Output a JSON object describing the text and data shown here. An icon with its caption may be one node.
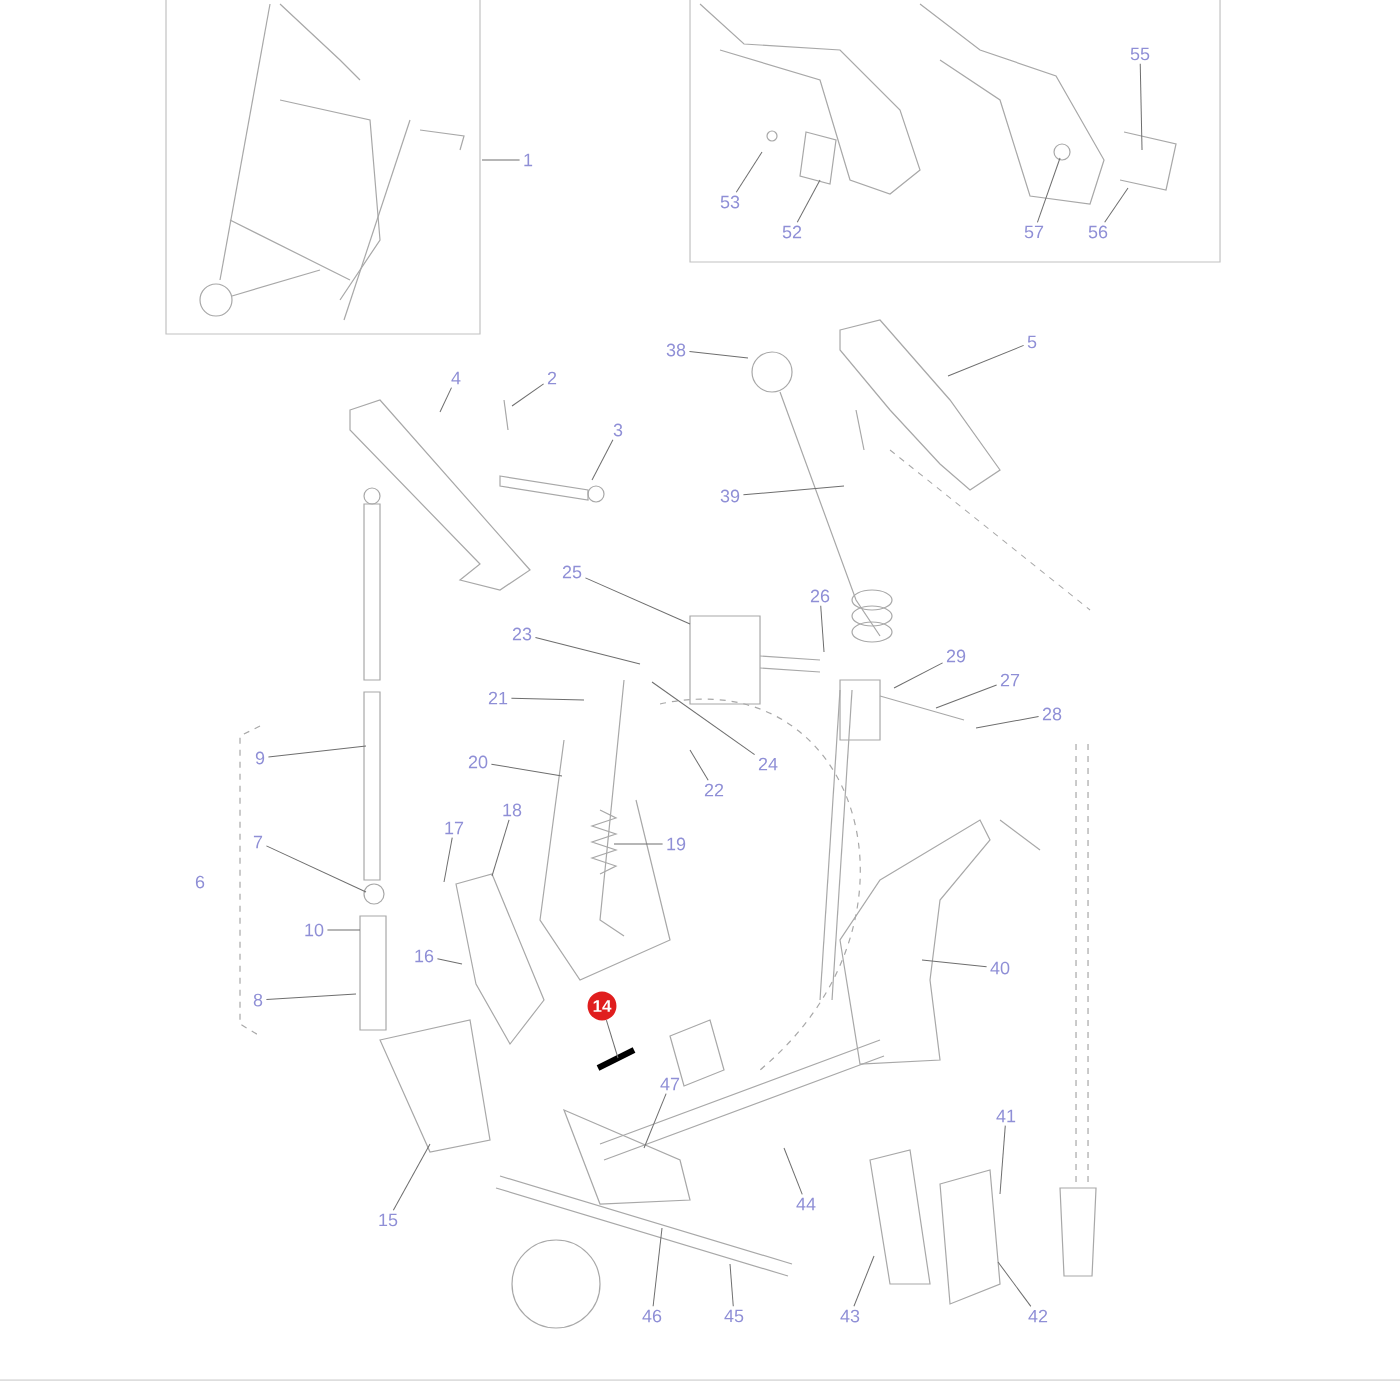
{
  "diagram": {
    "nodes": [
      {
        "text": [
          "55"
        ]
      },
      {
        "text": [
          "1"
        ]
      },
      {
        "text": [
          "53"
        ]
      },
      {
        "text": [
          "52"
        ]
      },
      {
        "text": [
          "57"
        ]
      },
      {
        "text": [
          "56"
        ]
      },
      {
        "text": [
          "5"
        ]
      },
      {
        "text": [
          "38"
        ]
      },
      {
        "text": [
          "4"
        ]
      },
      {
        "text": [
          "2"
        ]
      },
      {
        "text": [
          "3"
        ]
      },
      {
        "text": [
          "39"
        ]
      },
      {
        "text": [
          "25"
        ]
      },
      {
        "text": [
          "26"
        ]
      },
      {
        "text": [
          "23"
        ]
      },
      {
        "text": [
          "29"
        ]
      },
      {
        "text": [
          "27"
        ]
      },
      {
        "text": [
          "21"
        ]
      },
      {
        "text": [
          "28"
        ]
      },
      {
        "text": [
          "9"
        ]
      },
      {
        "text": [
          "20"
        ]
      },
      {
        "text": [
          "24"
        ]
      },
      {
        "text": [
          "22"
        ]
      },
      {
        "text": [
          "18"
        ]
      },
      {
        "text": [
          "17"
        ]
      },
      {
        "text": [
          "7"
        ]
      },
      {
        "text": [
          "19"
        ]
      },
      {
        "text": [
          "10"
        ]
      },
      {
        "text": [
          "16"
        ]
      },
      {
        "text": [
          "40"
        ]
      },
      {
        "text": [
          "8"
        ]
      },
      {
        "text": [
          "14"
        ]
      },
      {
        "text": [
          "47"
        ]
      },
      {
        "text": [
          "41"
        ]
      },
      {
        "text": [
          "44"
        ]
      },
      {
        "text": [
          "15"
        ]
      },
      {
        "text": [
          "46"
        ]
      },
      {
        "text": [
          "45"
        ]
      },
      {
        "text": [
          "43"
        ]
      },
      {
        "text": [
          "42"
        ]
      }
    ],
    "edges": [
      {
        "from": 0,
        "to": null,
        "arrow": "none"
      },
      {
        "from": 1,
        "to": null,
        "arrow": "none"
      },
      {
        "from": 2,
        "to": null,
        "arrow": "none"
      },
      {
        "from": 3,
        "to": null,
        "arrow": "none"
      },
      {
        "from": 4,
        "to": null,
        "arrow": "none"
      },
      {
        "from": 5,
        "to": null,
        "arrow": "none"
      },
      {
        "from": 6,
        "to": null,
        "arrow": "none"
      },
      {
        "from": 7,
        "to": null,
        "arrow": "none"
      },
      {
        "from": 8,
        "to": null,
        "arrow": "none"
      },
      {
        "from": 9,
        "to": null,
        "arrow": "none"
      },
      {
        "from": 10,
        "to": null,
        "arrow": "none"
      },
      {
        "from": 11,
        "to": null,
        "arrow": "none"
      },
      {
        "from": 12,
        "to": null,
        "arrow": "none"
      },
      {
        "from": 13,
        "to": null,
        "arrow": "none"
      },
      {
        "from": 14,
        "to": null,
        "arrow": "none"
      },
      {
        "from": 15,
        "to": null,
        "arrow": "none"
      },
      {
        "from": 16,
        "to": null,
        "arrow": "none"
      },
      {
        "from": 17,
        "to": null,
        "arrow": "none"
      },
      {
        "from": 18,
        "to": null,
        "arrow": "none"
      },
      {
        "from": 19,
        "to": null,
        "arrow": "none"
      },
      {
        "from": 20,
        "to": null,
        "arrow": "none"
      },
      {
        "from": 21,
        "to": null,
        "arrow": "none"
      },
      {
        "from": 22,
        "to": null,
        "arrow": "none"
      },
      {
        "from": 23,
        "to": null,
        "arrow": "none"
      },
      {
        "from": 24,
        "to": null,
        "arrow": "none"
      },
      {
        "from": 25,
        "to": null,
        "arrow": "none"
      },
      {
        "from": 26,
        "to": null,
        "arrow": "none"
      },
      {
        "from": 27,
        "to": null,
        "arrow": "none"
      },
      {
        "from": 28,
        "to": null,
        "arrow": "none"
      },
      {
        "from": 29,
        "to": null,
        "arrow": "none"
      },
      {
        "from": 30,
        "to": null,
        "arrow": "none"
      },
      {
        "from": 31,
        "to": null,
        "arrow": "none"
      },
      {
        "from": 32,
        "to": null,
        "arrow": "none"
      },
      {
        "from": 33,
        "to": null,
        "arrow": "none"
      },
      {
        "from": 34,
        "to": null,
        "arrow": "none"
      },
      {
        "from": 35,
        "to": null,
        "arrow": "none"
      },
      {
        "from": 36,
        "to": null,
        "arrow": "none"
      },
      {
        "from": 37,
        "to": null,
        "arrow": "none"
      },
      {
        "from": 38,
        "to": null,
        "arrow": "none"
      },
      {
        "from": 39,
        "to": null,
        "arrow": "none"
      }
    ],
    "labels": [
      "6"
    ]
  }
}
